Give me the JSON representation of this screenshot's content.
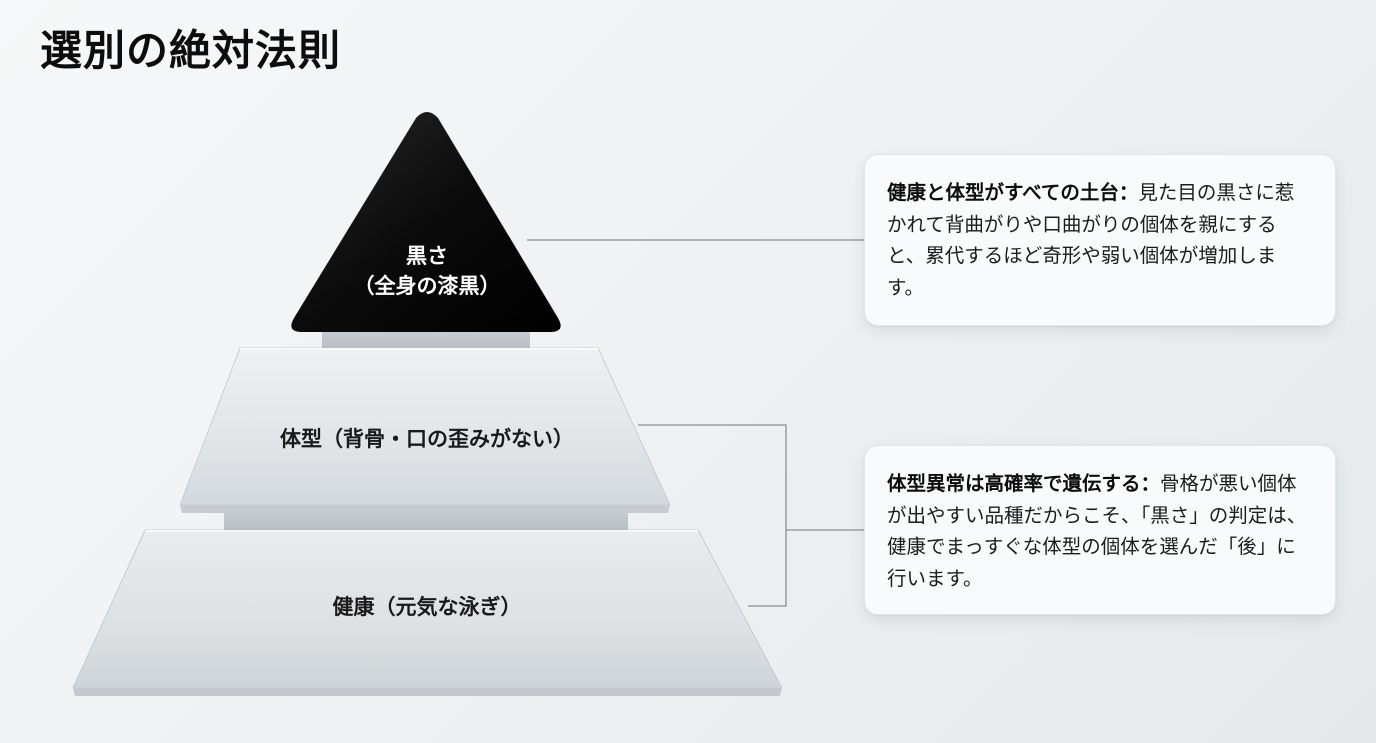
{
  "title": "選別の絶対法則",
  "pyramid": {
    "top": {
      "line1": "黒さ",
      "line2": "（全身の漆黒）"
    },
    "middle": {
      "label": "体型（背骨・口の歪みがない）"
    },
    "bottom": {
      "label": "健康（元気な泳ぎ）"
    }
  },
  "callouts": {
    "health": {
      "heading": "健康と体型がすべての土台：",
      "body": "見た目の黒さに惹かれて背曲がりや口曲がりの個体を親にすると、累代するほど奇形や弱い個体が増加します。"
    },
    "body_shape": {
      "heading": "体型異常は高確率で遺伝する：",
      "body": "骨格が悪い個体が出やすい品種だからこそ、「黒さ」の判定は、健康でまっすぐな体型の個体を選んだ「後」に行います。"
    }
  },
  "colors": {
    "top_tier": "#0b0b0b",
    "glass_tier": "#dfe3e6",
    "connector": "#8b8f93"
  }
}
